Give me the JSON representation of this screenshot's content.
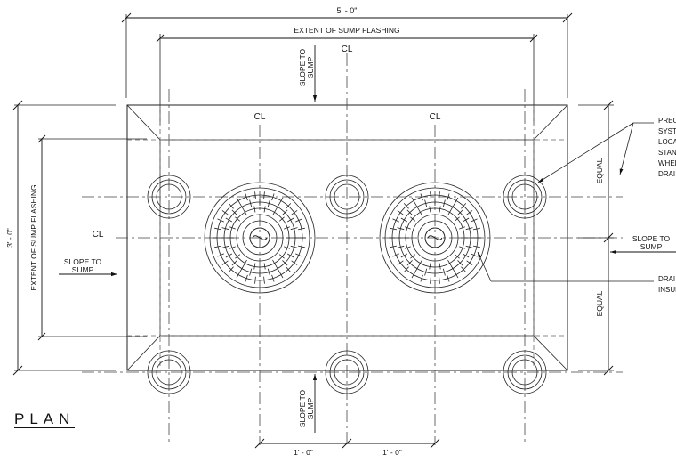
{
  "dimensions": {
    "overall_width": "5' - 0\"",
    "overall_height": "3' - 0\"",
    "offset_left": "1' - 0\"",
    "offset_right": "1' - 0\""
  },
  "labels": {
    "extent_top": "EXTENT OF SUMP FLASHING",
    "extent_left": "EXTENT OF SUMP FLASHING",
    "slope_top_1": "SLOPE TO",
    "slope_top_2": "SUMP",
    "slope_left_1": "SLOPE TO",
    "slope_left_2": "SUMP",
    "slope_right_1": "SLOPE TO",
    "slope_right_2": "SUMP",
    "slope_bottom_1": "SLOPE TO",
    "slope_bottom_2": "SUMP",
    "equal_top": "EQUAL",
    "equal_bottom": "EQUAL",
    "centerline": "CL",
    "plan_title": "PLAN"
  },
  "notes": {
    "note1": [
      "PREC",
      "SYST",
      "LOCA",
      "STAN",
      "WHER",
      "DRAI"
    ],
    "note2": [
      "DRAI",
      "INSUL"
    ]
  }
}
